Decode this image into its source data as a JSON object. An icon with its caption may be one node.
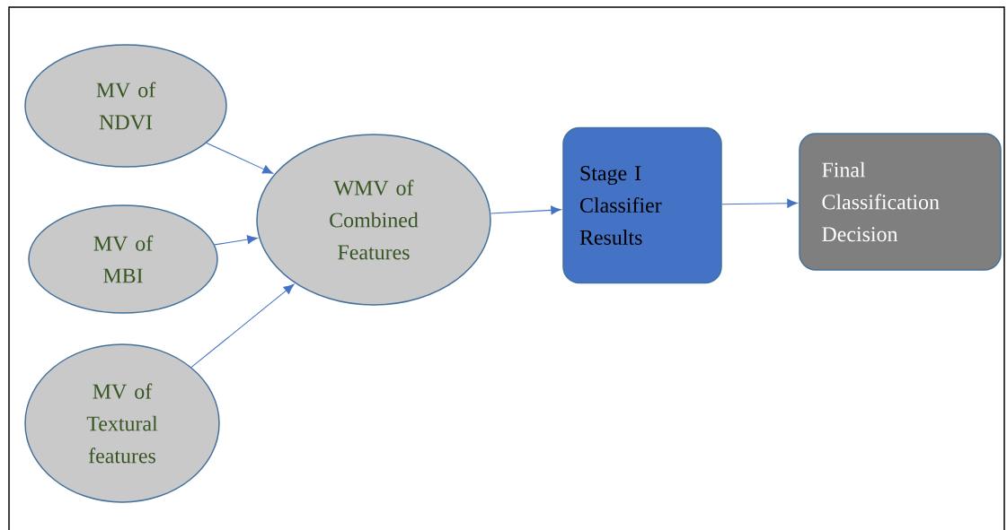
{
  "diagram": {
    "nodes": [
      {
        "text": [
          "MV of NDVI"
        ]
      },
      {
        "text": [
          "MV of MBI"
        ]
      },
      {
        "text": [
          "MV of Textural features"
        ]
      },
      {
        "text": [
          "WMV  of Combined Features"
        ]
      },
      {
        "text": [
          "Stage I Classifier Results"
        ]
      },
      {
        "text": [
          "Final Classification Decision"
        ]
      }
    ],
    "edges": [
      {
        "from": 0,
        "to": 3,
        "arrow": "to"
      },
      {
        "from": 1,
        "to": 3,
        "arrow": "to"
      },
      {
        "from": 2,
        "to": 3,
        "arrow": "to"
      },
      {
        "from": 3,
        "to": 4,
        "arrow": "to"
      },
      {
        "from": 4,
        "to": 5,
        "arrow": "to"
      }
    ]
  }
}
